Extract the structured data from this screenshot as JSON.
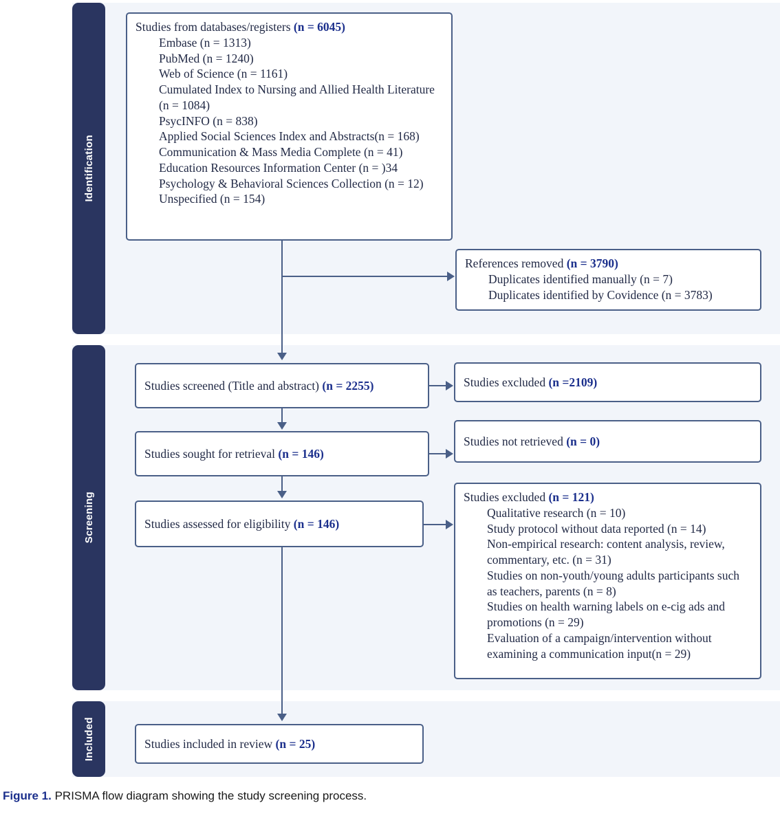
{
  "stages": {
    "identification": "Identification",
    "screening": "Screening",
    "included": "Included"
  },
  "boxes": {
    "databases": {
      "title_text": "Studies from databases/registers ",
      "title_count": "(n = 6045)",
      "sources": [
        "Embase (n = 1313)",
        "PubMed (n = 1240)",
        "Web of Science (n = 1161)",
        "Cumulated Index to Nursing and Allied Health Literature (n = 1084)",
        "PsycINFO (n = 838)",
        "Applied Social Sciences Index and Abstracts(n = 168)",
        "Communication & Mass Media Complete (n = 41)",
        "Education Resources Information Center (n = )34",
        "Psychology & Behavioral Sciences Collection (n = 12)",
        "Unspecified (n = 154)"
      ]
    },
    "refs_removed": {
      "title_text": "References removed ",
      "title_count": "(n = 3790)",
      "items": [
        "Duplicates identified manually (n = 7)",
        "Duplicates identified by Covidence (n = 3783)"
      ]
    },
    "screened": {
      "text": "Studies screened (Title and abstract) ",
      "count": "(n = 2255)"
    },
    "excluded_screen": {
      "text": "Studies excluded ",
      "count": "(n =2109)"
    },
    "sought": {
      "text": "Studies sought for retrieval ",
      "count": "(n = 146)"
    },
    "not_retrieved": {
      "text": "Studies not retrieved ",
      "count": "(n = 0)"
    },
    "assessed": {
      "text": "Studies assessed for eligibility ",
      "count": "(n = 146)"
    },
    "excluded_elig": {
      "title_text": "Studies excluded ",
      "title_count": "(n = 121)",
      "reasons": [
        "Qualitative research (n = 10)",
        "Study protocol without data reported (n = 14)",
        "Non-empirical research: content analysis, review, commentary, etc. (n = 31)",
        "Studies on non-youth/young adults participants such as teachers, parents (n = 8)",
        "Studies on health warning labels on e-cig ads and promotions (n = 29)",
        "Evaluation of a campaign/intervention without examining a communication input(n = 29)"
      ]
    },
    "included": {
      "text": "Studies included in review ",
      "count": "(n = 25)"
    }
  },
  "caption": {
    "label": "Figure 1.",
    "text": " PRISMA flow diagram showing the study screening process."
  },
  "colors": {
    "stage_bar": "#2a3560",
    "panel_bg": "#f2f5fa",
    "box_border": "#4a5f87",
    "accent_bold": "#1b2f8c",
    "body_text": "#222a46"
  }
}
